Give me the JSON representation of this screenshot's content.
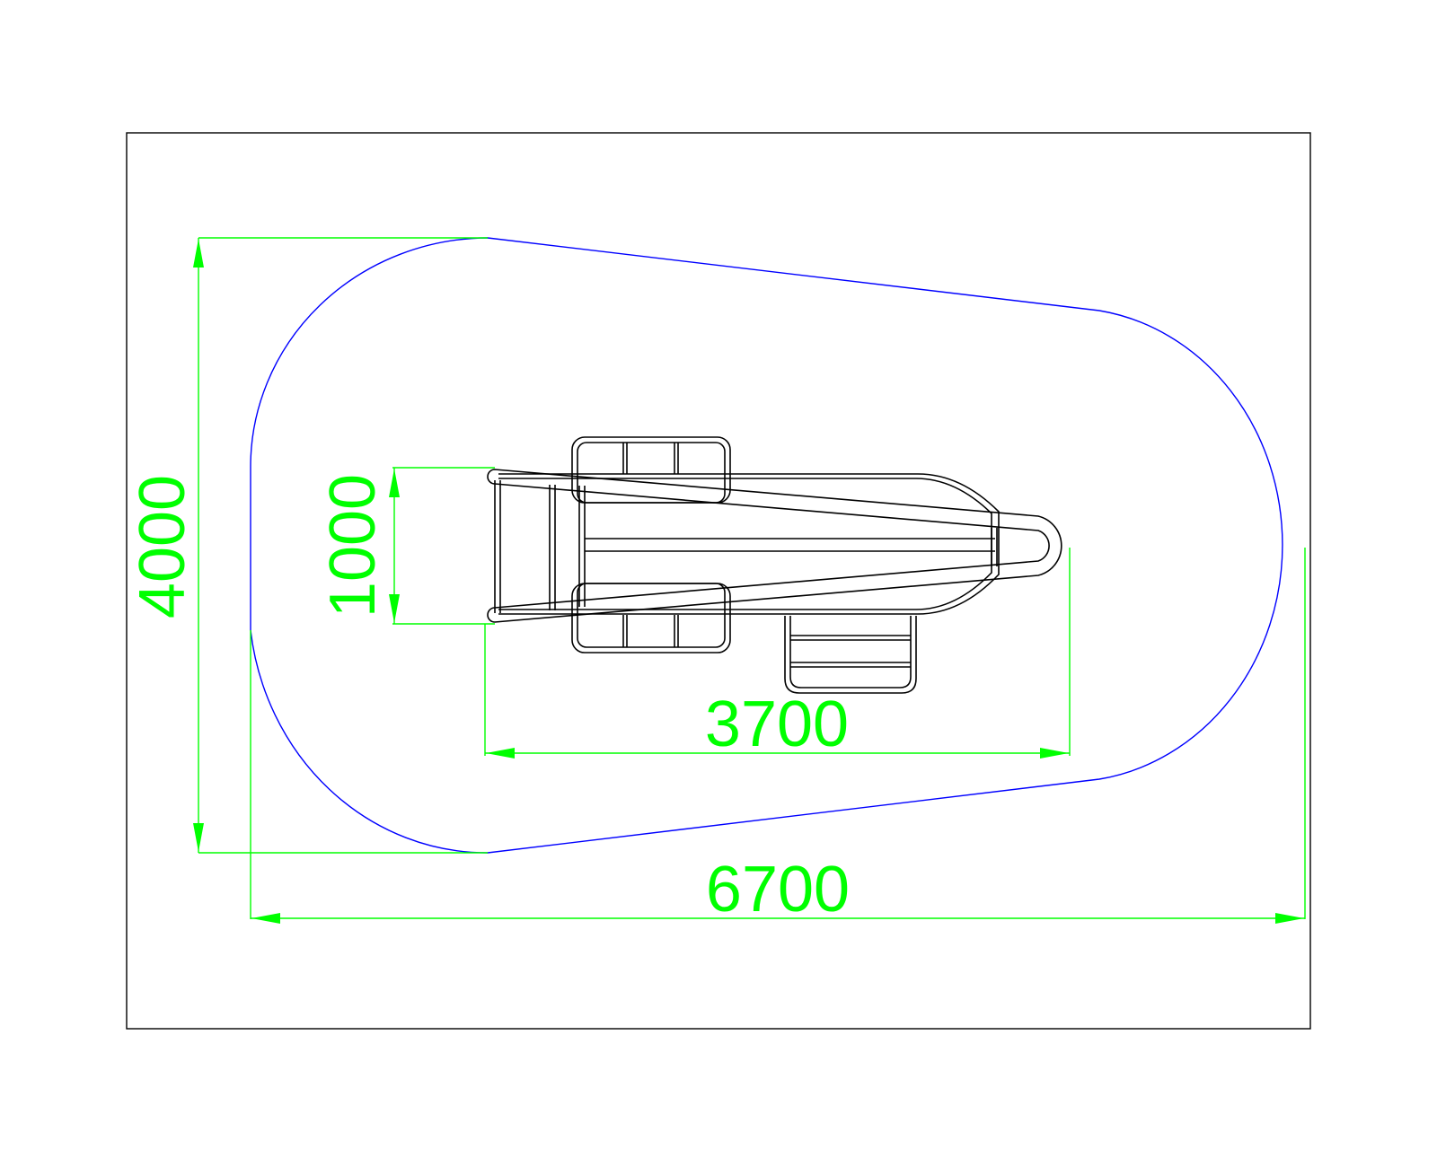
{
  "drawing": {
    "colors": {
      "frame": "#000000",
      "safety_zone": "#0000ff",
      "dimension": "#00ff00",
      "equipment": "#000000",
      "background": "#ffffff"
    },
    "dimensions": {
      "overall_width": "6700",
      "overall_height": "4000",
      "equipment_length": "3700",
      "equipment_width": "1000"
    }
  }
}
